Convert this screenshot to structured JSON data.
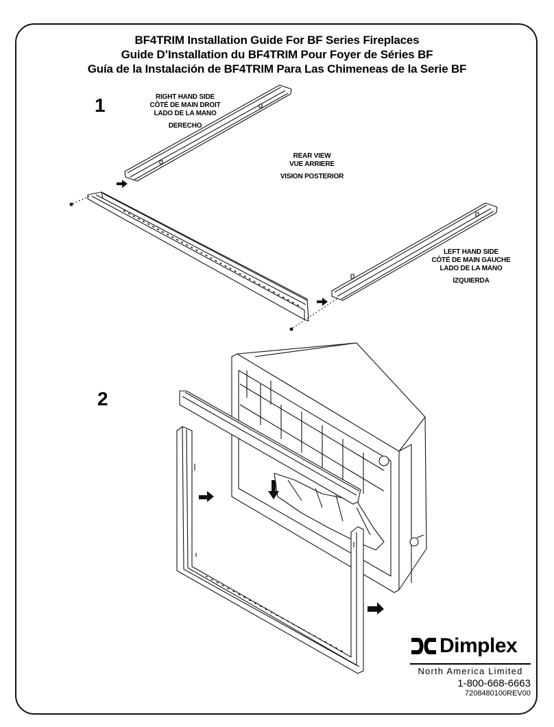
{
  "titles": {
    "en": "BF4TRIM Installation Guide For BF Series Fireplaces",
    "fr": "Guide D’Installation du BF4TRIM Pour Foyer de Séries BF",
    "es": "Guía de la Instalación de BF4TRIM Para Las Chimeneas de la Serie BF"
  },
  "steps": {
    "one": "1",
    "two": "2"
  },
  "labels": {
    "right_en": "RIGHT HAND SIDE",
    "right_fr": "CÔTÉ DE MAIN DROIT",
    "right_es1": "LADO DE LA MANO",
    "right_es2": "DERECHO",
    "rear_en": "REAR VIEW",
    "rear_fr": "VUE ARRIERE",
    "rear_es": "VISION POSTERIOR",
    "left_en": "LEFT HAND SIDE",
    "left_fr": "CÔTÉ DE MAIN GAUCHE",
    "left_es1": "LADO DE LA MANO",
    "left_es2": "IZQUIERDA"
  },
  "footer": {
    "brand": "Dimplex",
    "subtitle": "North America Limited",
    "phone": "1-800-668-6663",
    "doc_code": "7208480100REV00"
  },
  "icons": [
    "dimplex-logo-icon",
    "arrow-icon",
    "screw-icon"
  ]
}
